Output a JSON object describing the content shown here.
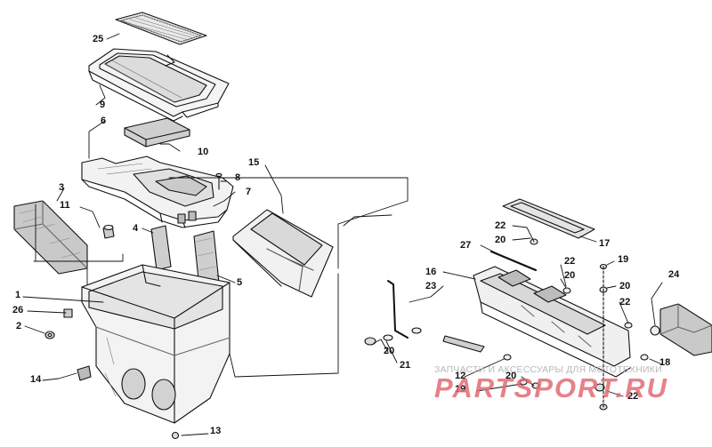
{
  "callouts": {
    "c1": "1",
    "c2": "2",
    "c3": "3",
    "c4": "4",
    "c5": "5",
    "c6": "6",
    "c7": "7",
    "c8": "8",
    "c9": "9",
    "c10": "10",
    "c11": "11",
    "c12": "12",
    "c13": "13",
    "c14": "14",
    "c15": "15",
    "c16": "16",
    "c17": "17",
    "c18": "18",
    "c19a": "19",
    "c19b": "19",
    "c20a": "20",
    "c20b": "20",
    "c20c": "20",
    "c20d": "20",
    "c20e": "20",
    "c21": "21",
    "c22a": "22",
    "c22b": "22",
    "c22c": "22",
    "c22d": "22",
    "c23": "23",
    "c24": "24",
    "c25": "25",
    "c26": "26",
    "c27": "27"
  },
  "watermark": {
    "tagline": "ЗАПЧАСТИ И АКСЕССУАРЫ ДЛЯ МОТОТЕХНИКИ",
    "logo": "PARTSPORT.RU",
    "color": "#e26b73"
  }
}
